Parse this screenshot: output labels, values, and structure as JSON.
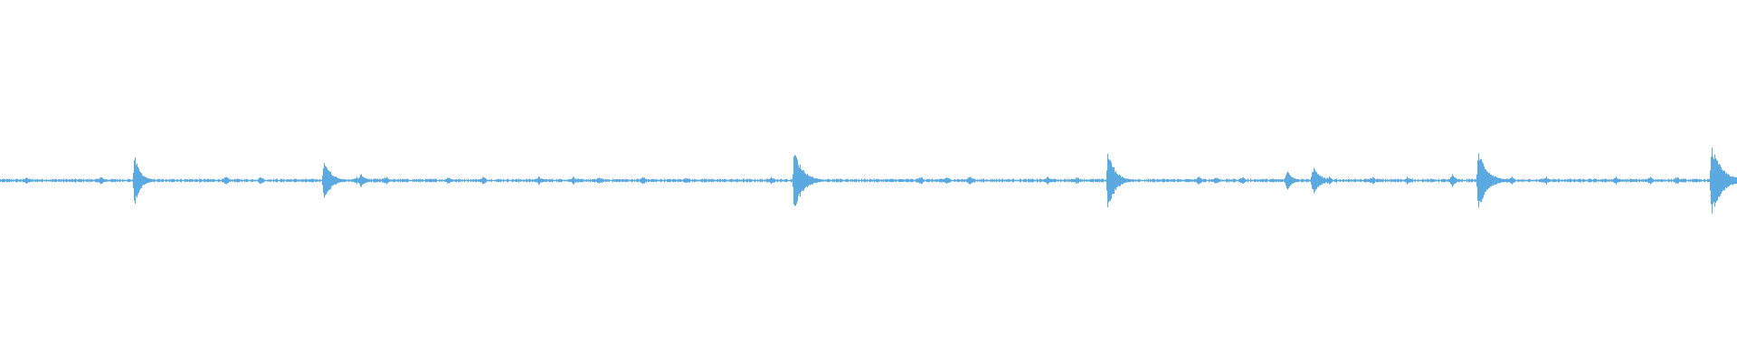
{
  "waveform": {
    "color": "#5aa9e0",
    "baseline_amplitude": 0.004,
    "ripple_amplitude": 0.012,
    "bursts": [
      {
        "position": 0.0773,
        "amplitude": 0.07,
        "decay": 0.0035,
        "attack": 0.0012
      },
      {
        "position": 0.1862,
        "amplitude": 0.065,
        "decay": 0.004,
        "attack": 0.001
      },
      {
        "position": 0.2075,
        "amplitude": 0.02,
        "decay": 0.003,
        "attack": 0.002
      },
      {
        "position": 0.4438,
        "amplitude": 0.012,
        "decay": 0.002,
        "attack": 0.002
      },
      {
        "position": 0.457,
        "amplitude": 0.09,
        "decay": 0.005,
        "attack": 0.001
      },
      {
        "position": 0.558,
        "amplitude": 0.015,
        "decay": 0.002,
        "attack": 0.002
      },
      {
        "position": 0.6376,
        "amplitude": 0.09,
        "decay": 0.004,
        "attack": 0.001
      },
      {
        "position": 0.741,
        "amplitude": 0.03,
        "decay": 0.003,
        "attack": 0.002
      },
      {
        "position": 0.756,
        "amplitude": 0.04,
        "decay": 0.004,
        "attack": 0.002
      },
      {
        "position": 0.836,
        "amplitude": 0.02,
        "decay": 0.002,
        "attack": 0.002
      },
      {
        "position": 0.8508,
        "amplitude": 0.09,
        "decay": 0.005,
        "attack": 0.001
      },
      {
        "position": 0.985,
        "amplitude": 0.1,
        "decay": 0.006,
        "attack": 0.001
      }
    ],
    "ripples": [
      0.015,
      0.058,
      0.13,
      0.15,
      0.205,
      0.222,
      0.258,
      0.278,
      0.31,
      0.33,
      0.345,
      0.37,
      0.395,
      0.53,
      0.545,
      0.603,
      0.62,
      0.69,
      0.7,
      0.715,
      0.765,
      0.79,
      0.81,
      0.87,
      0.89,
      0.93,
      0.95,
      0.965
    ]
  }
}
